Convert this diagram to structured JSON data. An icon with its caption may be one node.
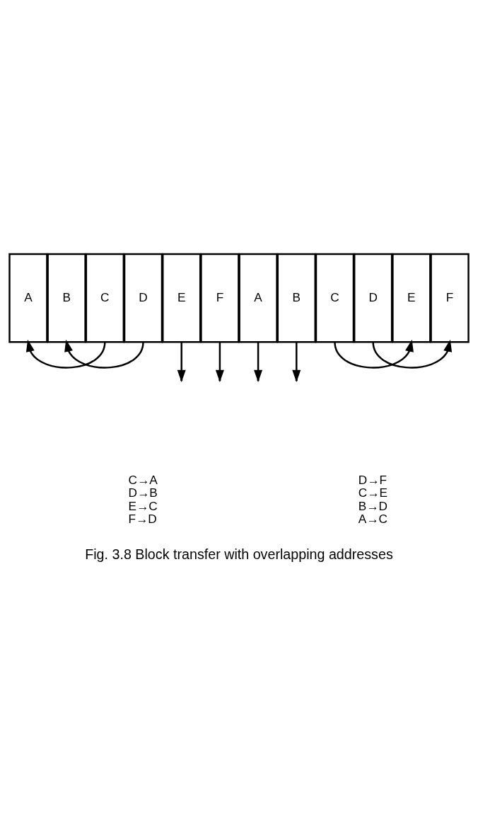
{
  "diagram": {
    "caption": "Fig. 3.8 Block transfer with overlapping addresses",
    "nodes": [
      {
        "text": [
          "A"
        ]
      },
      {
        "text": [
          "B"
        ]
      },
      {
        "text": [
          "C"
        ]
      },
      {
        "text": [
          "D"
        ]
      },
      {
        "text": [
          "E"
        ]
      },
      {
        "text": [
          "F"
        ]
      },
      {
        "text": [
          "A"
        ]
      },
      {
        "text": [
          "B"
        ]
      },
      {
        "text": [
          "C"
        ]
      },
      {
        "text": [
          "D"
        ]
      },
      {
        "text": [
          "E"
        ]
      },
      {
        "text": [
          "F"
        ]
      }
    ],
    "edges": [
      {
        "from": 2,
        "to": 0,
        "arrow": "to"
      },
      {
        "from": 3,
        "to": 1,
        "arrow": "to"
      },
      {
        "from": 4,
        "to": null,
        "arrow": "to"
      },
      {
        "from": 5,
        "to": null,
        "arrow": "to"
      },
      {
        "from": 6,
        "to": null,
        "arrow": "to"
      },
      {
        "from": 7,
        "to": null,
        "arrow": "to"
      },
      {
        "from": 8,
        "to": 10,
        "arrow": "to"
      },
      {
        "from": 9,
        "to": 11,
        "arrow": "to"
      }
    ],
    "labels": [
      "C→A",
      "D→B",
      "E→C",
      "F→D",
      "D→F",
      "C→E",
      "B→D",
      "A→C"
    ]
  }
}
